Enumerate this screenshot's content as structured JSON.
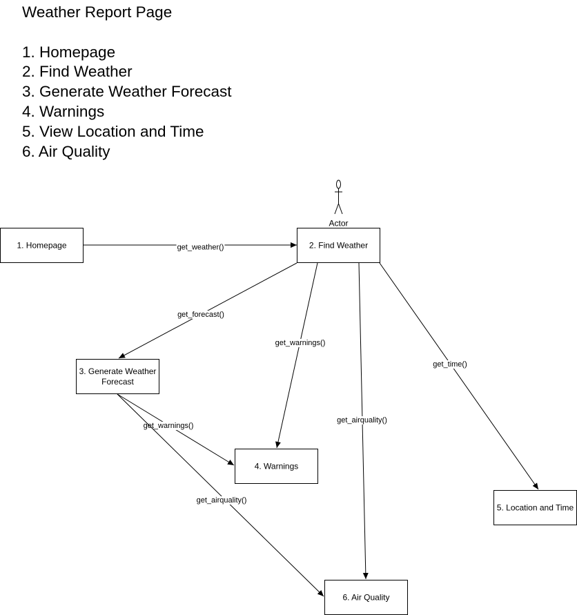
{
  "title": "Weather Report Page",
  "list": [
    "1. Homepage",
    "2. Find Weather",
    "3. Generate Weather Forecast",
    "4. Warnings",
    "5. View Location and Time",
    "6. Air Quality"
  ],
  "actor": {
    "label": "Actor"
  },
  "nodes": {
    "homepage": {
      "lines": [
        "1. Homepage"
      ]
    },
    "find_weather": {
      "lines": [
        "2. Find Weather"
      ]
    },
    "generate_forecast": {
      "lines": [
        "3. Generate Weather",
        "Forecast"
      ]
    },
    "warnings": {
      "lines": [
        "4. Warnings"
      ]
    },
    "location_time": {
      "lines": [
        "5. Location and Time"
      ]
    },
    "air_quality": {
      "lines": [
        "6. Air Quality"
      ]
    }
  },
  "edges": [
    {
      "id": "homepage-to-find-weather",
      "from": "homepage",
      "to": "find_weather",
      "label": "get_weather()"
    },
    {
      "id": "find-weather-to-forecast",
      "from": "find_weather",
      "to": "generate_forecast",
      "label": "get_forecast()"
    },
    {
      "id": "find-weather-to-warnings",
      "from": "find_weather",
      "to": "warnings",
      "label": "get_warnings()"
    },
    {
      "id": "find-weather-to-air-quality",
      "from": "find_weather",
      "to": "air_quality",
      "label": "get_airquality()"
    },
    {
      "id": "find-weather-to-location-time",
      "from": "find_weather",
      "to": "location_time",
      "label": "get_time()"
    },
    {
      "id": "forecast-to-warnings",
      "from": "generate_forecast",
      "to": "warnings",
      "label": "get_warnings()"
    },
    {
      "id": "forecast-to-air-quality",
      "from": "generate_forecast",
      "to": "air_quality",
      "label": "get_airquality()"
    }
  ]
}
